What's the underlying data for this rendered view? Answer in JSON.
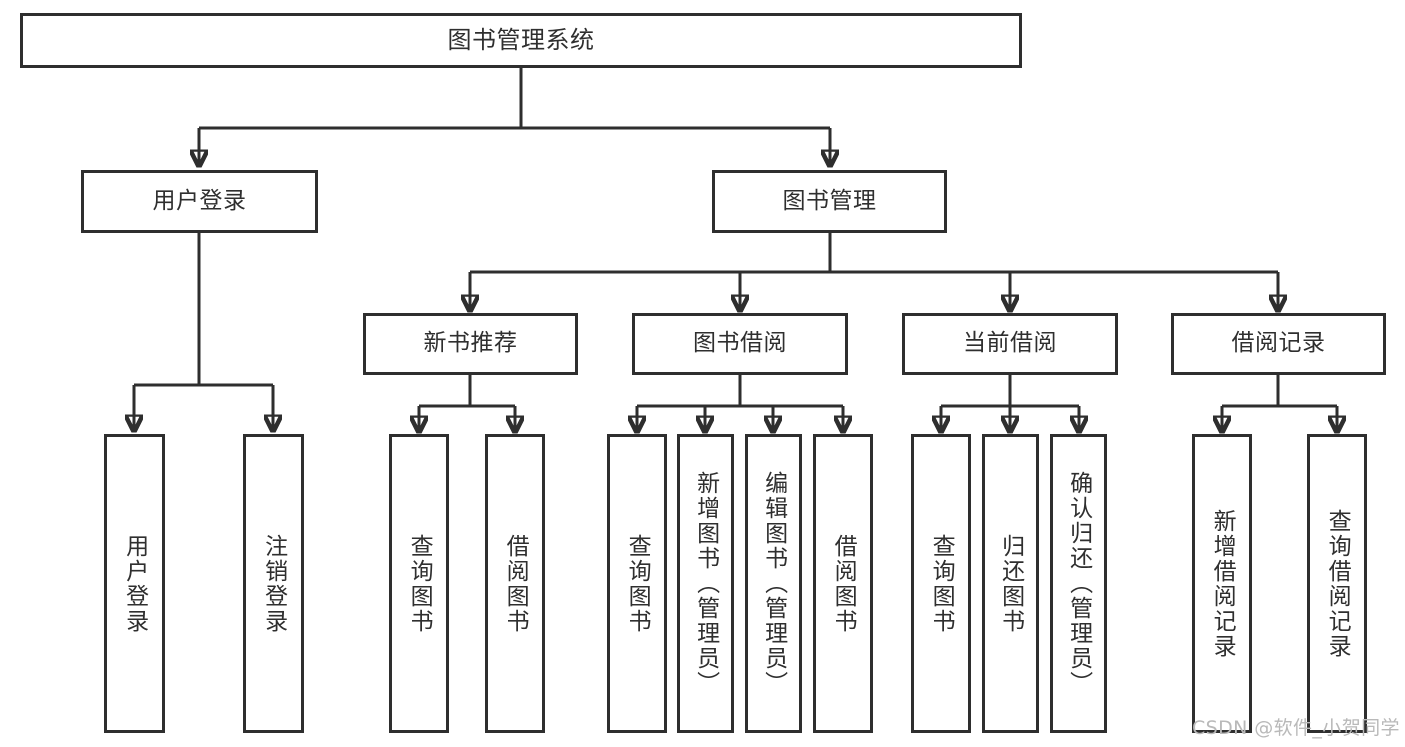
{
  "diagram": {
    "title": "图书管理系统",
    "type": "hierarchy-tree",
    "watermark": "CSDN @软件_小贺同学",
    "colors": {
      "line": "#2e2e2e",
      "box_border": "#2e2e2e",
      "box_fill": "#ffffff",
      "text": "#2f2f2f",
      "watermark": "#b9b9b9",
      "background": "#ffffff"
    },
    "levels": {
      "level1": [
        "图书管理系统"
      ],
      "level2": [
        "用户登录",
        "图书管理"
      ],
      "level3": [
        "新书推荐",
        "图书借阅",
        "当前借阅",
        "借阅记录"
      ],
      "level4": [
        "用户登录",
        "注销登录",
        "查询图书",
        "借阅图书",
        "查询图书",
        "新增图书（管理员）",
        "编辑图书（管理员）",
        "借阅图书",
        "查询图书",
        "归还图书",
        "确认归还（管理员）",
        "新增借阅记录",
        "查询借阅记录"
      ]
    },
    "nodes": {
      "root": {
        "label": "图书管理系统"
      },
      "user_login": {
        "label": "用户登录"
      },
      "book_manage": {
        "label": "图书管理"
      },
      "new_book_rec": {
        "label": "新书推荐"
      },
      "book_borrow": {
        "label": "图书借阅"
      },
      "current_borrow": {
        "label": "当前借阅"
      },
      "borrow_record": {
        "label": "借阅记录"
      },
      "leaf_user_login": {
        "label": "用户登录"
      },
      "leaf_logout": {
        "label": "注销登录"
      },
      "leaf_query_book_1": {
        "label": "查询图书"
      },
      "leaf_borrow_book_1": {
        "label": "借阅图书"
      },
      "leaf_query_book_2": {
        "label": "查询图书"
      },
      "leaf_add_book": {
        "label": "新增图书（管理员）"
      },
      "leaf_edit_book": {
        "label": "编辑图书（管理员）"
      },
      "leaf_borrow_book_2": {
        "label": "借阅图书"
      },
      "leaf_query_book_3": {
        "label": "查询图书"
      },
      "leaf_return_book": {
        "label": "归还图书"
      },
      "leaf_confirm_return": {
        "label": "确认归还（管理员）"
      },
      "leaf_add_record": {
        "label": "新增借阅记录"
      },
      "leaf_query_record": {
        "label": "查询借阅记录"
      }
    }
  }
}
